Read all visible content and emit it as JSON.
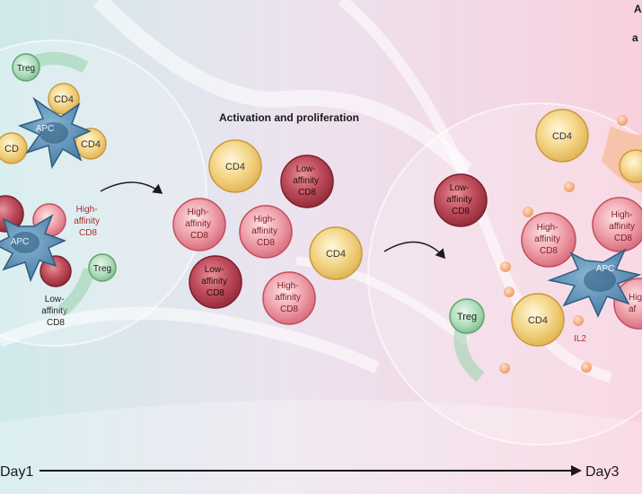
{
  "heading": {
    "activation": "Activation and proliferation",
    "clipped_top_right_1": "A",
    "clipped_top_right_2": "a"
  },
  "timeline": {
    "start": "Day1",
    "end": "Day3"
  },
  "cells": {
    "treg": "Treg",
    "cd4": "CD4",
    "cd4_partial": "CD",
    "apc": "APC",
    "high_affinity_cd8": [
      "High-",
      "affinity",
      "CD8"
    ],
    "low_affinity_cd8": [
      "Low-",
      "affinity",
      "CD8"
    ],
    "high_partial": [
      "Hig",
      "af"
    ]
  },
  "cytokine": "IL2",
  "colors": {
    "cd4_fill": "#f1cd72",
    "cd4_outline": "#c99a3c",
    "high_cd8_fill": "#ec9aa4",
    "high_cd8_outline": "#c24e5f",
    "low_cd8_fill": "#b2404f",
    "low_cd8_outline": "#7c1f2b",
    "treg_fill": "#a5d7b3",
    "treg_outline": "#5fa474",
    "apc_fill": "#4f86ad",
    "apc_nucleus": "#2e5d80",
    "il2": "#f3a878",
    "label_red": "#a8302e",
    "background_left": "#d5ecec",
    "background_right": "#f8d2e0"
  }
}
